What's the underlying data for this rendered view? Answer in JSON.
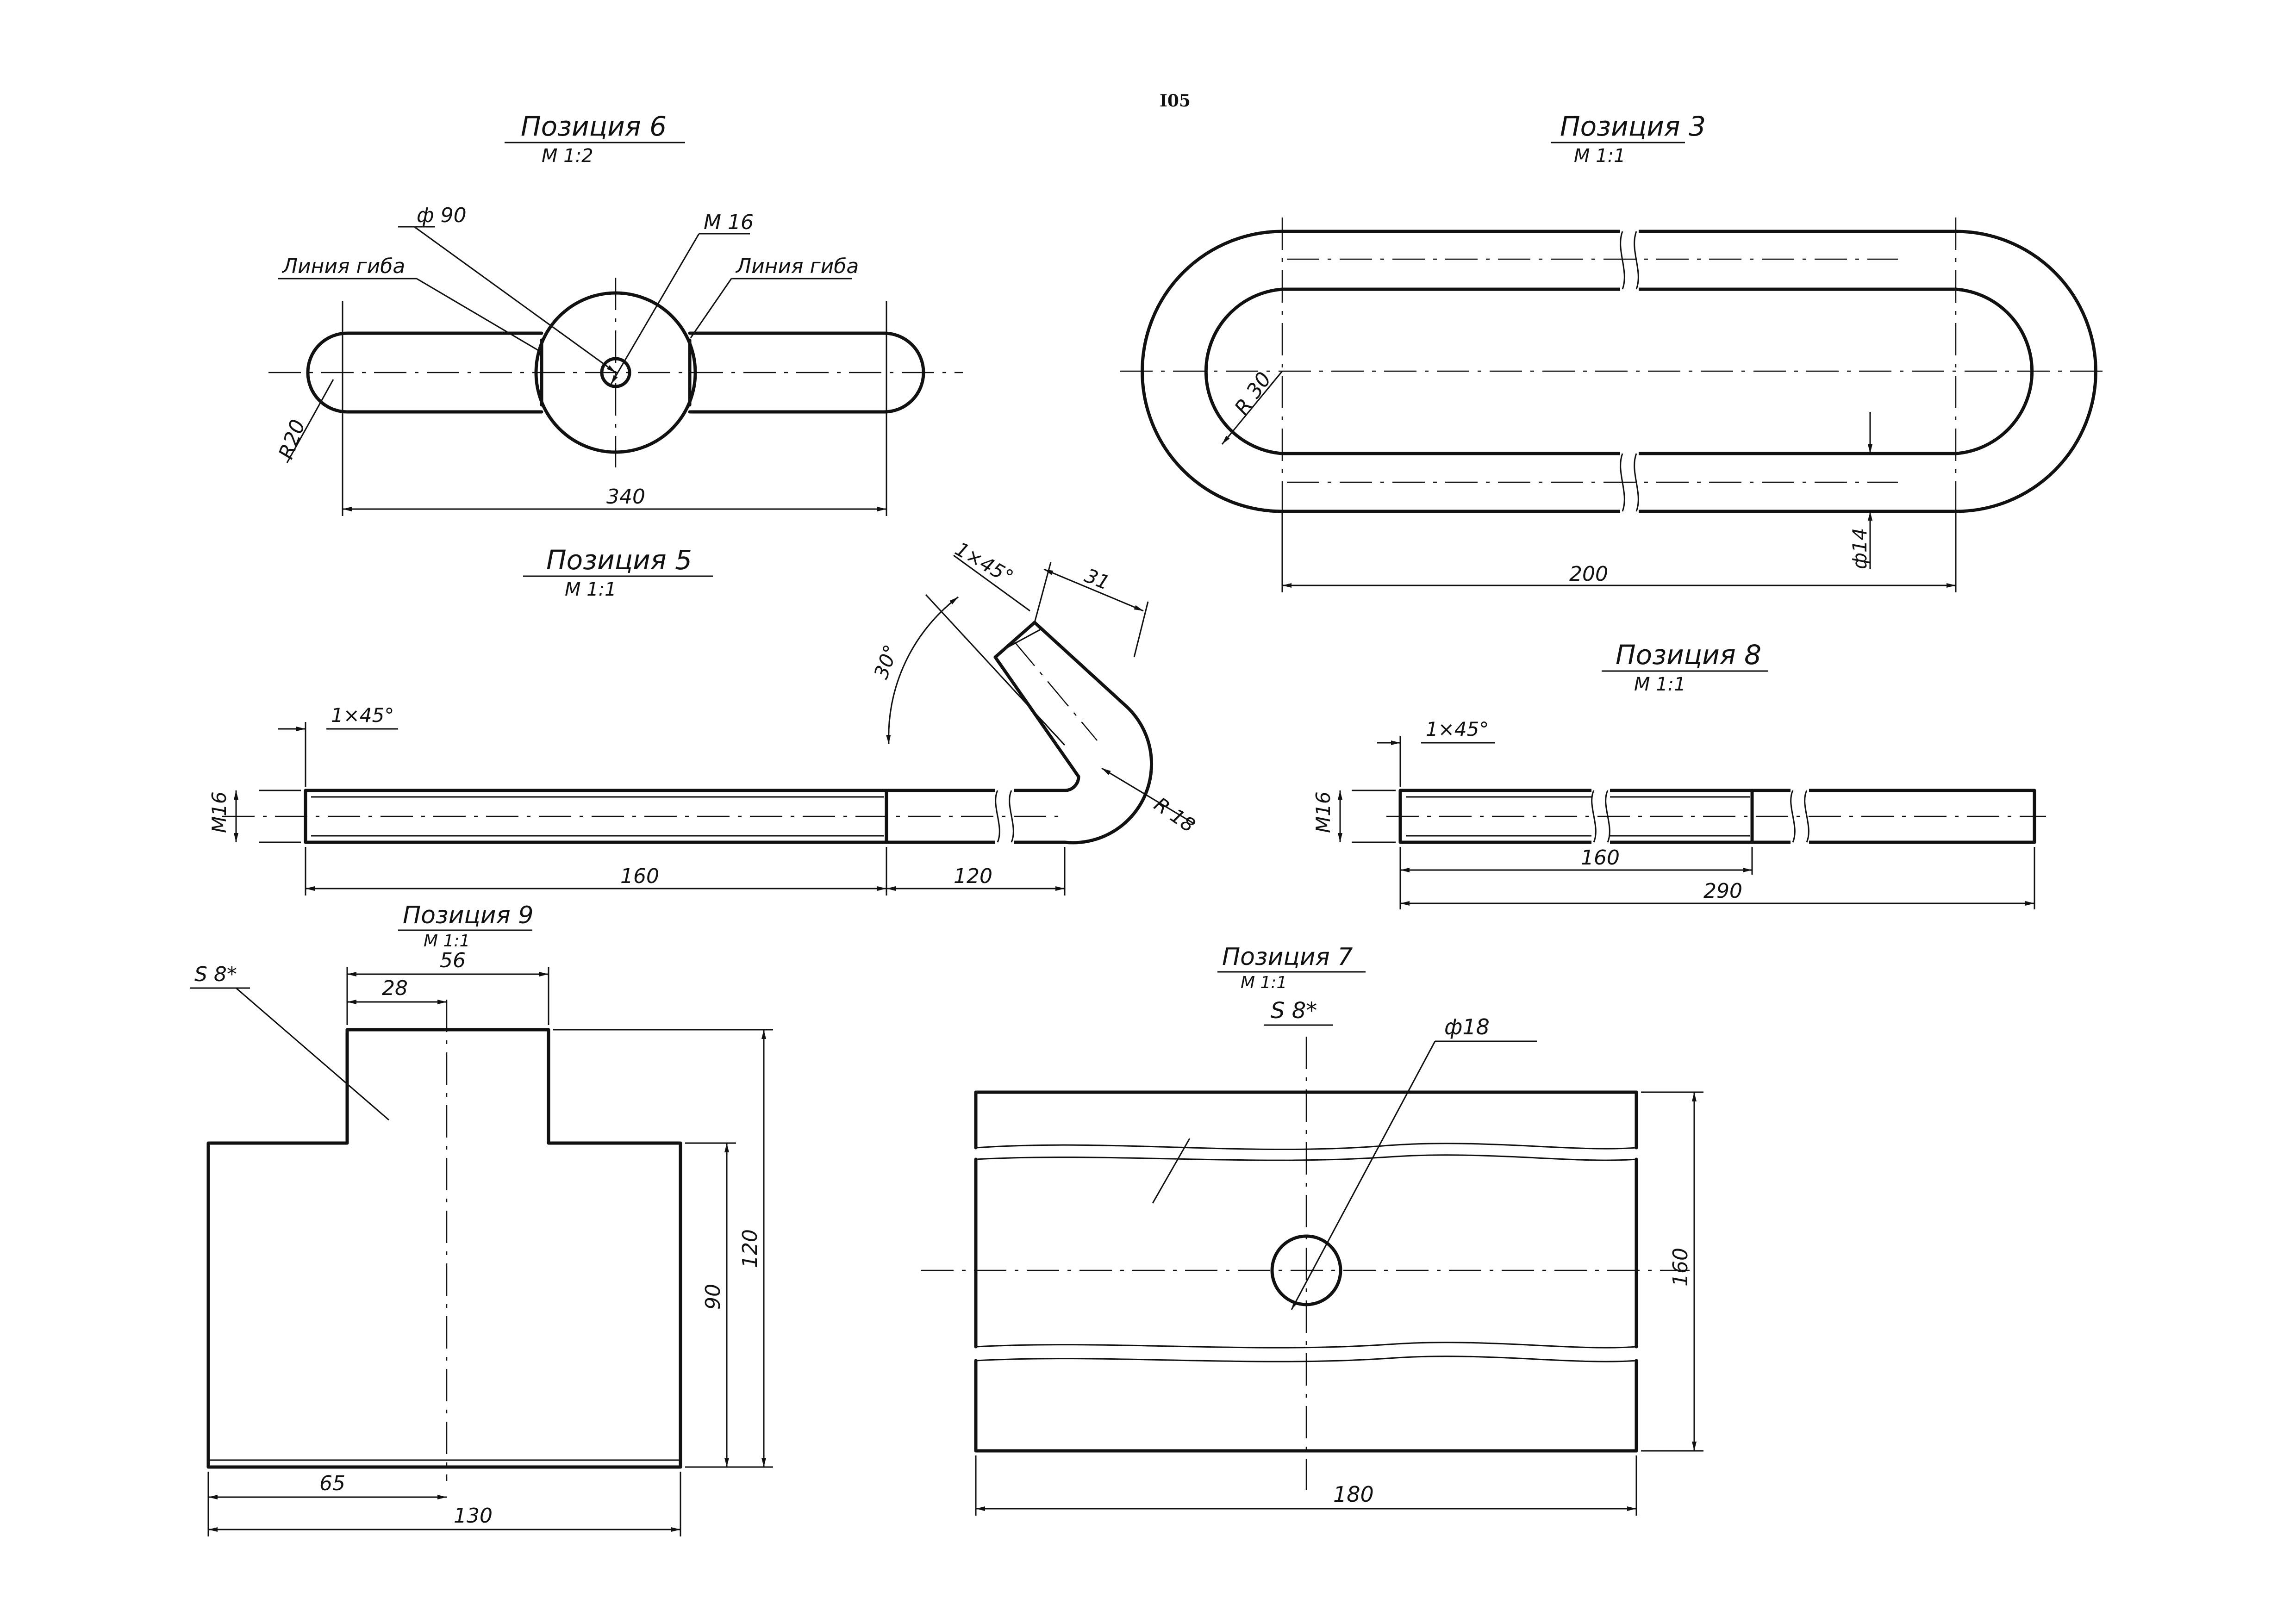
{
  "page_number": "I05",
  "views": {
    "pos6": {
      "title": "Позиция 6",
      "scale": "М 1:2",
      "label_diameter": "ф 90",
      "label_thread": "М 16",
      "label_bend_left": "Линия гиба",
      "label_bend_right": "Линия гиба",
      "label_radius": "R20",
      "label_length": "340"
    },
    "pos3": {
      "title": "Позиция 3",
      "scale": "М 1:1",
      "label_radius": "R 30",
      "label_diameter": "ф14",
      "label_length": "200"
    },
    "pos5": {
      "title": "Позиция 5",
      "scale": "М 1:1",
      "label_chamfer_left": "1×45°",
      "label_chamfer_top": "1×45°",
      "label_tip": "31",
      "label_angle": "30°",
      "label_radius": "R 18",
      "label_thread": "М16",
      "label_thread_len": "160",
      "label_end_len": "120"
    },
    "pos8": {
      "title": "Позиция 8",
      "scale": "М 1:1",
      "label_chamfer": "1×45°",
      "label_thread": "М16",
      "label_thread_len": "160",
      "label_total_len": "290"
    },
    "pos9": {
      "title": "Позиция 9",
      "scale": "М 1:1",
      "label_thickness": "S 8*",
      "label_top_width": "56",
      "label_half_top": "28",
      "label_inner_height": "90",
      "label_total_height": "120",
      "label_half_width": "65",
      "label_total_width": "130"
    },
    "pos7": {
      "title": "Позиция 7",
      "scale": "М 1:1",
      "label_thickness": "S 8*",
      "label_hole": "ф18",
      "label_height": "160",
      "label_width": "180"
    }
  }
}
